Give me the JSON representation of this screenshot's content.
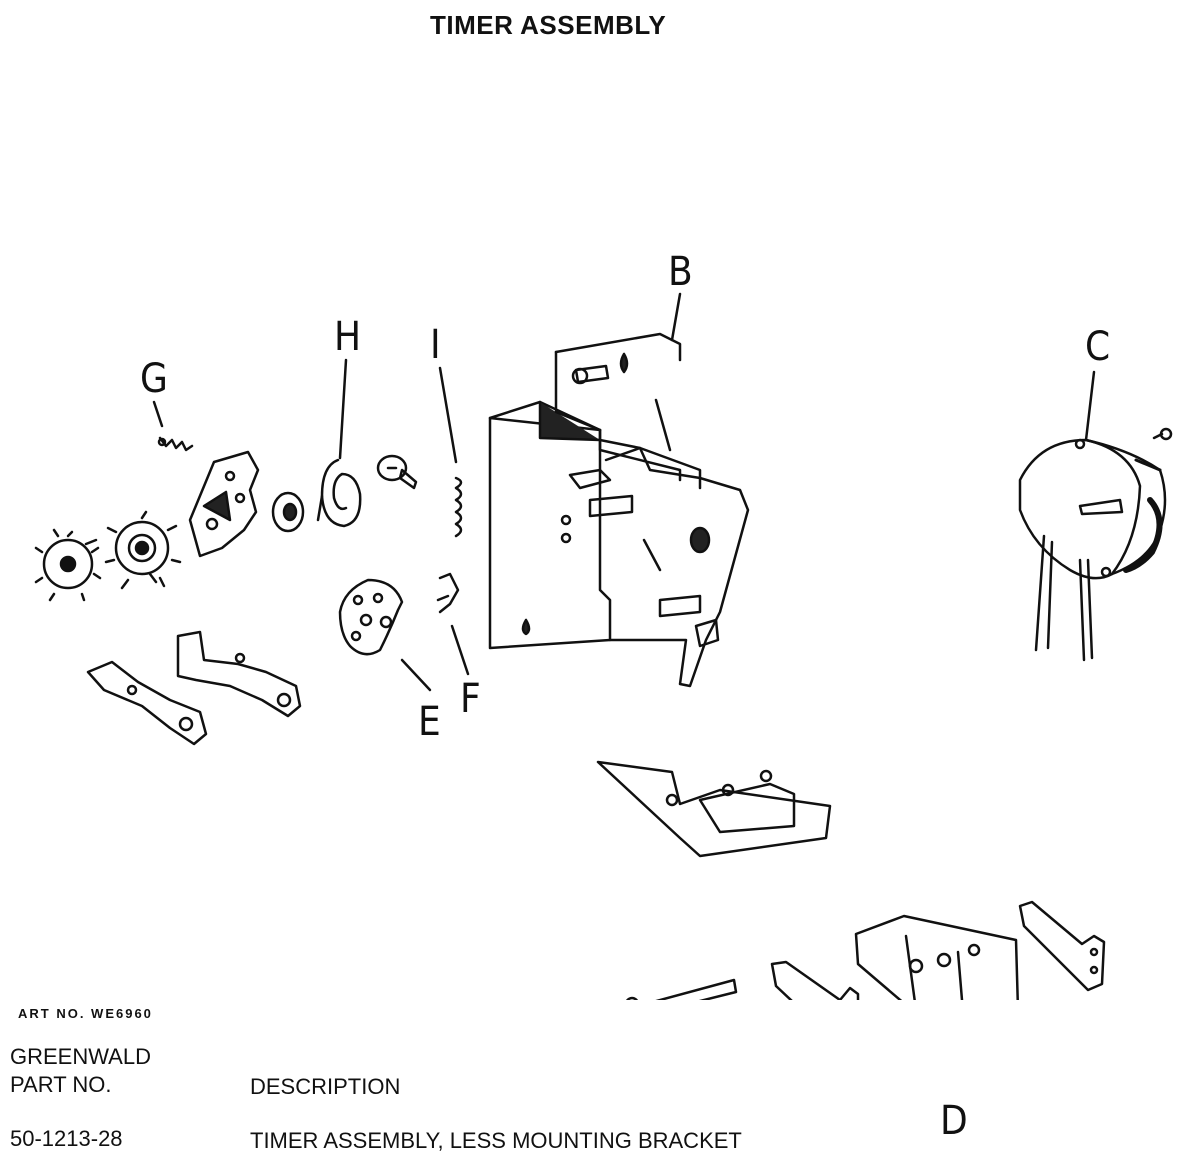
{
  "title": "TIMER ASSEMBLY",
  "art_no": "ART NO. WE6960",
  "table": {
    "header_supplier": "GREENWALD",
    "header_partno": "PART NO.",
    "header_description": "DESCRIPTION",
    "rows": [
      {
        "part_no": "50-1213-28",
        "description": "TIMER ASSEMBLY, LESS MOUNTING BRACKET"
      }
    ]
  },
  "callouts": {
    "a": "B",
    "b": "C",
    "c": "D",
    "d": "E",
    "e": "F",
    "f": "G",
    "g": "H",
    "h": "I"
  }
}
